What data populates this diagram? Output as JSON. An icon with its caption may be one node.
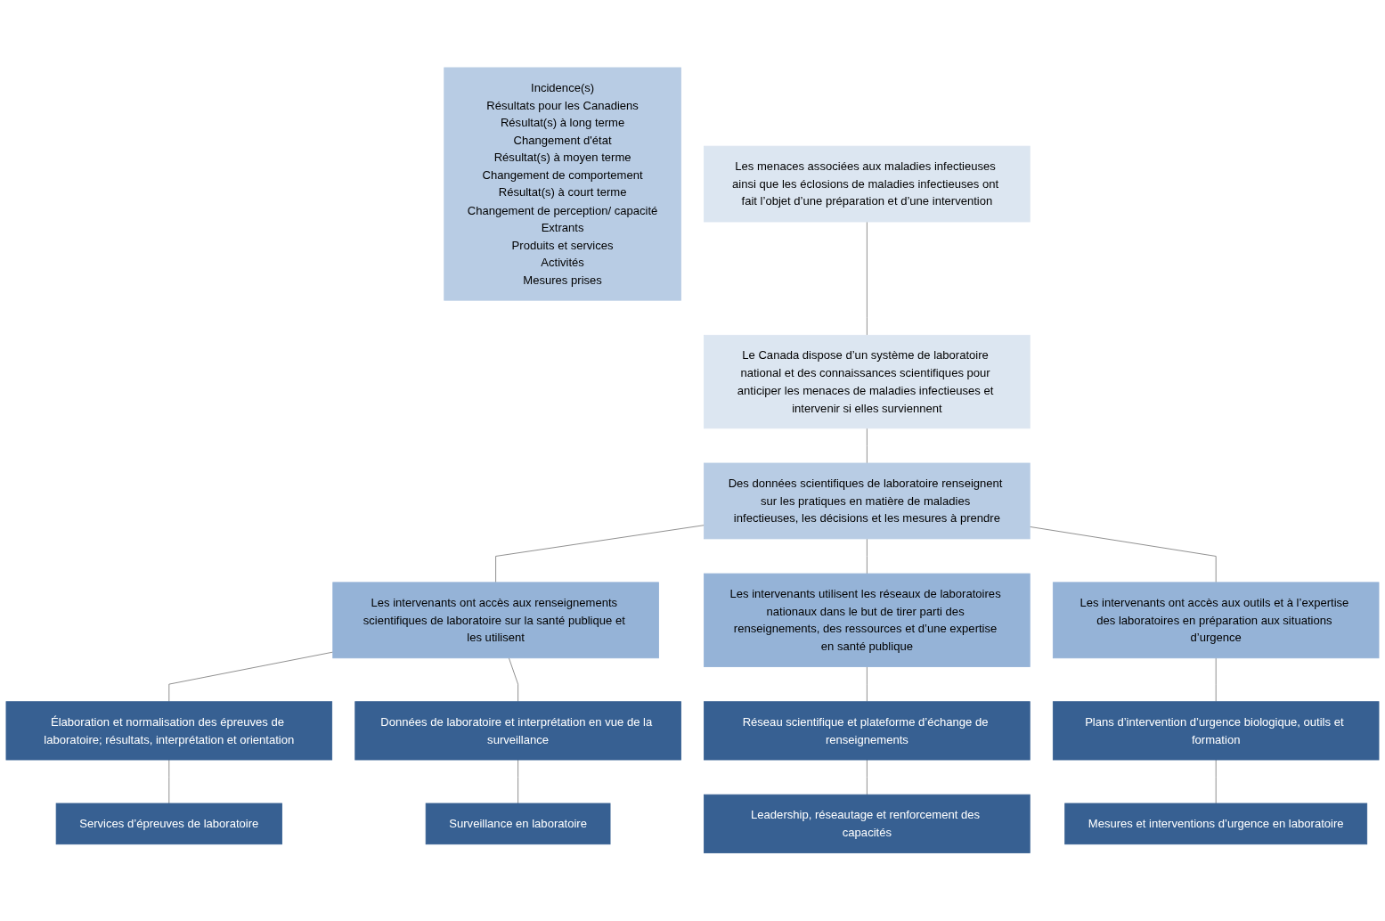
{
  "diagram": {
    "nodes": [
      {
        "text": [
          "Incidence(s)",
          "Résultats pour les Canadiens",
          "Résultat(s) à long terme",
          "Changement d'état",
          "Résultat(s) à moyen terme",
          "Changement de comportement",
          "Résultat(s) à court terme",
          "Changement de perception/ capacité",
          "Extrants",
          "Produits et services",
          "Activités",
          "Mesures prises"
        ]
      },
      {
        "text": [
          "Les menaces associées aux maladies infectieuses ainsi que les éclosions de maladies infectieuses ont fait l’objet d’une préparation et d’une intervention"
        ]
      },
      {
        "text": [
          "Le Canada dispose d’un système de laboratoire national et des connaissances scientifiques pour anticiper les menaces de maladies infectieuses et intervenir si elles surviennent"
        ]
      },
      {
        "text": [
          "Des données scientifiques de laboratoire renseignent sur les pratiques en matière de maladies infectieuses, les décisions et les mesures à prendre"
        ]
      },
      {
        "text": [
          "Les intervenants ont accès aux renseignements scientifiques de laboratoire sur la santé publique et les utilisent"
        ]
      },
      {
        "text": [
          "Les intervenants utilisent les réseaux de laboratoires nationaux dans le but de tirer parti des renseignements, des ressources et d’une expertise en santé publique"
        ]
      },
      {
        "text": [
          "Les intervenants ont accès aux outils et à l’expertise des laboratoires en préparation aux situations d’urgence"
        ]
      },
      {
        "text": [
          "Élaboration et normalisation des épreuves de laboratoire; résultats, interprétation et orientation"
        ]
      },
      {
        "text": [
          "Données de laboratoire et interprétation en vue de la surveillance"
        ]
      },
      {
        "text": [
          "Réseau scientifique et plateforme d’échange de renseignements"
        ]
      },
      {
        "text": [
          "Plans d’intervention d’urgence biologique, outils et formation"
        ]
      },
      {
        "text": [
          "Services d’épreuves de laboratoire"
        ]
      },
      {
        "text": [
          "Surveillance en laboratoire"
        ]
      },
      {
        "text": [
          "Leadership, réseautage et renforcement des capacités"
        ]
      },
      {
        "text": [
          "Mesures et interventions d’urgence en laboratoire"
        ]
      }
    ],
    "edges": [
      {
        "from": 1,
        "to": 2,
        "arrow": "none"
      },
      {
        "from": 2,
        "to": 3,
        "arrow": "none"
      },
      {
        "from": 3,
        "to": 4,
        "arrow": "none"
      },
      {
        "from": 3,
        "to": 5,
        "arrow": "none"
      },
      {
        "from": 3,
        "to": 6,
        "arrow": "none"
      },
      {
        "from": 4,
        "to": 7,
        "arrow": "none"
      },
      {
        "from": 4,
        "to": 8,
        "arrow": "none"
      },
      {
        "from": 5,
        "to": 9,
        "arrow": "none"
      },
      {
        "from": 6,
        "to": 10,
        "arrow": "none"
      },
      {
        "from": 7,
        "to": 11,
        "arrow": "none"
      },
      {
        "from": 8,
        "to": 12,
        "arrow": "none"
      },
      {
        "from": 9,
        "to": 13,
        "arrow": "none"
      },
      {
        "from": 10,
        "to": 14,
        "arrow": "none"
      }
    ]
  }
}
